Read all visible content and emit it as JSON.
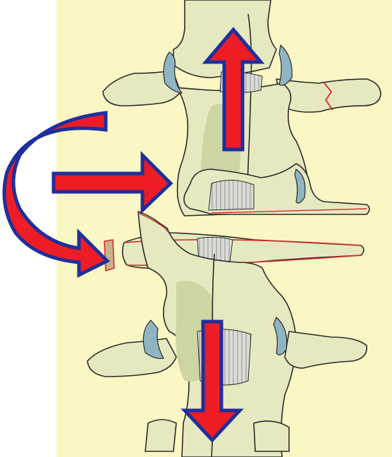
{
  "diagram": {
    "subject": "vertebra-fracture-dislocation-illustration",
    "colors": {
      "page_background": "#ffffff",
      "panel_background": "#fbf7c4",
      "bone_fill": "#e6e9bf",
      "bone_shade": "#cdd5a3",
      "bone_outline": "#2a2a2a",
      "disc_fill": "#d9d9d2",
      "cartilage_blue": "#8fb4c2",
      "fracture_line": "#d62a2a",
      "arrow_fill": "#ee1c24",
      "arrow_outline": "#1f2f9b"
    },
    "arrows": [
      {
        "id": "up",
        "meaning": "distraction-upward"
      },
      {
        "id": "down",
        "meaning": "distraction-downward"
      },
      {
        "id": "right",
        "meaning": "translation-force"
      },
      {
        "id": "curved",
        "meaning": "rotation-force"
      }
    ]
  }
}
